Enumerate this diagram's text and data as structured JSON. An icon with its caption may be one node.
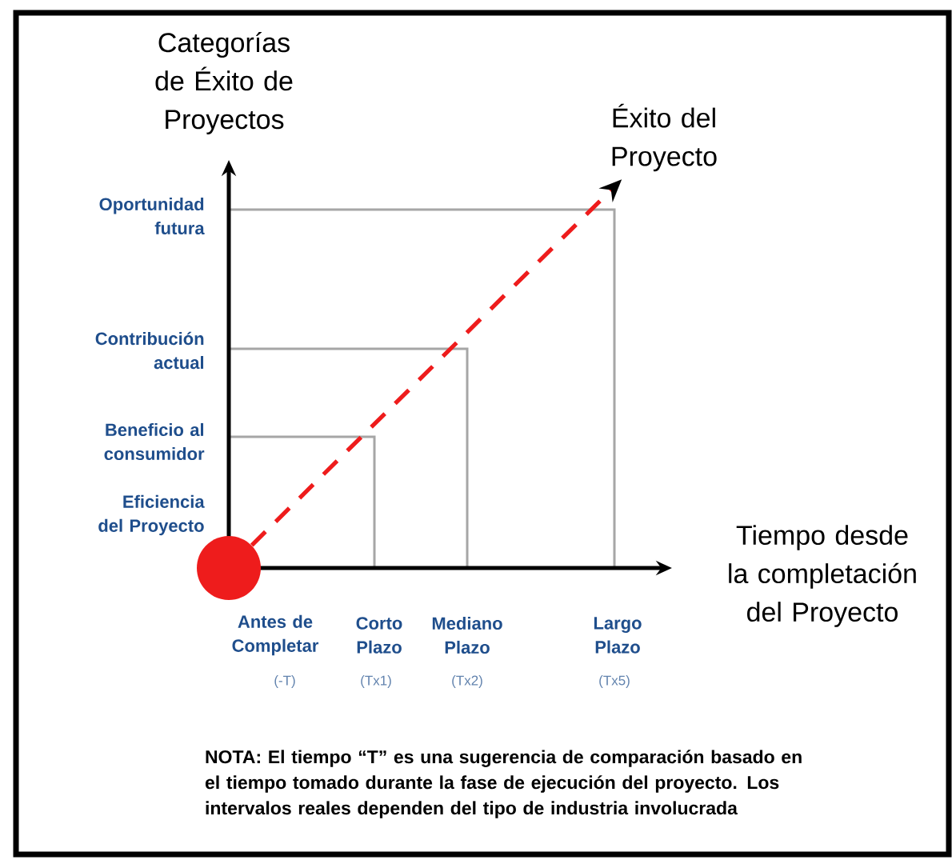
{
  "diagram": {
    "nodes": [
      {
        "text": [],
        "shape": "circle"
      },
      {
        "text": [
          "Éxito del Proyecto"
        ]
      }
    ],
    "edges": [
      {
        "from": 0,
        "to": 1,
        "arrow": "to",
        "style": "dashed",
        "color": "#ee1c1c"
      }
    ],
    "labels": [
      "Categorías de Éxito de Proyectos",
      "Oportunidad futura",
      "Contribución actual",
      "Beneficio al consumidor",
      "Eficiencia del Proyecto",
      "Tiempo desde la completación del Proyecto",
      "Antes de Completar",
      "Corto Plazo",
      "Mediano Plazo",
      "Largo Plazo",
      "(-T)",
      "(Tx1)",
      "(Tx2)",
      "(Tx5)",
      "NOTA: El tiempo “T” es una sugerencia de comparación basado en el tiempo tomado durante la fase de ejecución del proyecto. Los intervalos reales dependen del tipo de industria involucrada"
    ]
  }
}
